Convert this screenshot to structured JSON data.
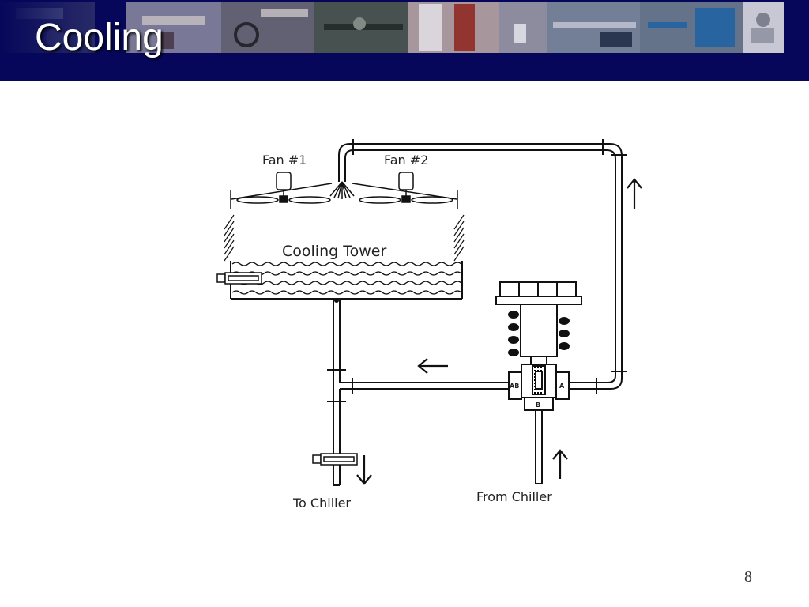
{
  "slide": {
    "title": "Cooling",
    "page_number": "8"
  },
  "diagram": {
    "labels": {
      "fan1": "Fan #1",
      "fan2": "Fan #2",
      "tower": "Cooling Tower",
      "to_chiller": "To Chiller",
      "from_chiller": "From Chiller"
    },
    "valve_ports": {
      "ab": "AB",
      "a": "A",
      "b": "B"
    }
  },
  "colors": {
    "header_background": "#06075a",
    "title_text": "#ffffff",
    "line": "#111111"
  }
}
